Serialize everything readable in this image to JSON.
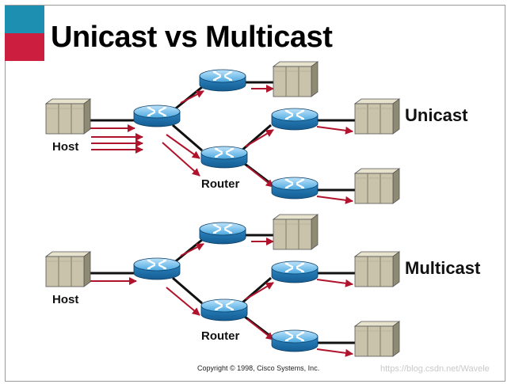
{
  "title": "Unicast vs Multicast",
  "top_section": {
    "mode_label": "Unicast",
    "host_label": "Host",
    "router_label": "Router"
  },
  "bottom_section": {
    "mode_label": "Multicast",
    "host_label": "Host",
    "router_label": "Router"
  },
  "copyright": "Copyright © 1998, Cisco Systems, Inc.",
  "watermark": "https://blog.csdn.net/Wavele",
  "colors": {
    "accent_teal": "#1d8fb1",
    "accent_red": "#cc1e3f",
    "router_blue": "#3a9ad6",
    "host_tan": "#c8c3aa",
    "arrow_red": "#b0142c"
  },
  "icons": {
    "router": "router-icon",
    "server": "server-icon"
  }
}
